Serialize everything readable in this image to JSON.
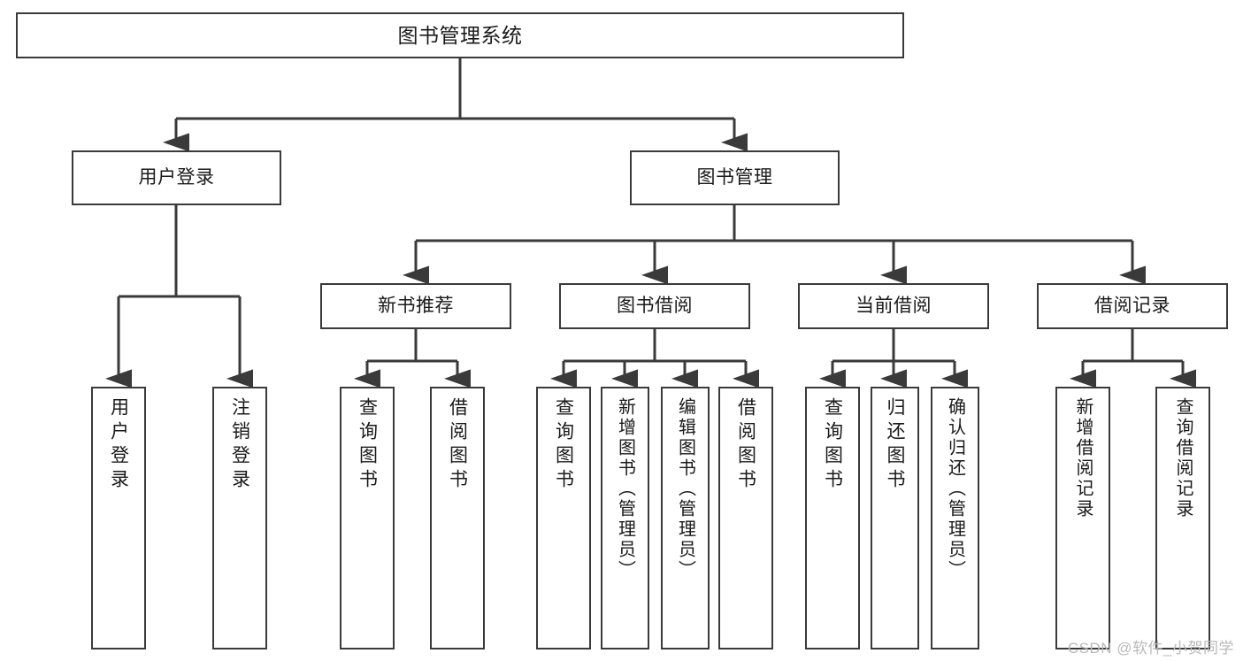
{
  "diagram": {
    "title": "图书管理系统",
    "type": "tree",
    "watermark": "CSDN @软件_小贺同学",
    "colors": {
      "box_border": "#3a3a3a",
      "box_fill": "#ffffff",
      "connector": "#3a3a3a",
      "text": "#1a1a1a",
      "watermark": "#b9b9b9",
      "background": "#ffffff"
    },
    "root": {
      "label": "图书管理系统"
    },
    "level2": [
      {
        "label": "用户登录"
      },
      {
        "label": "图书管理"
      }
    ],
    "level3": [
      {
        "label": "新书推荐"
      },
      {
        "label": "图书借阅"
      },
      {
        "label": "当前借阅"
      },
      {
        "label": "借阅记录"
      }
    ],
    "leaves": {
      "user_login": [
        {
          "label": "用户登录"
        },
        {
          "label": "注销登录"
        }
      ],
      "new_book": [
        {
          "label": "查询图书"
        },
        {
          "label": "借阅图书"
        }
      ],
      "borrow_book": [
        {
          "label": "查询图书"
        },
        {
          "label": "新增图书（管理员）"
        },
        {
          "label": "编辑图书（管理员）"
        },
        {
          "label": "借阅图书"
        }
      ],
      "current_borrow": [
        {
          "label": "查询图书"
        },
        {
          "label": "归还图书"
        },
        {
          "label": "确认归还（管理员）"
        }
      ],
      "borrow_record": [
        {
          "label": "新增借阅记录"
        },
        {
          "label": "查询借阅记录"
        }
      ]
    }
  }
}
